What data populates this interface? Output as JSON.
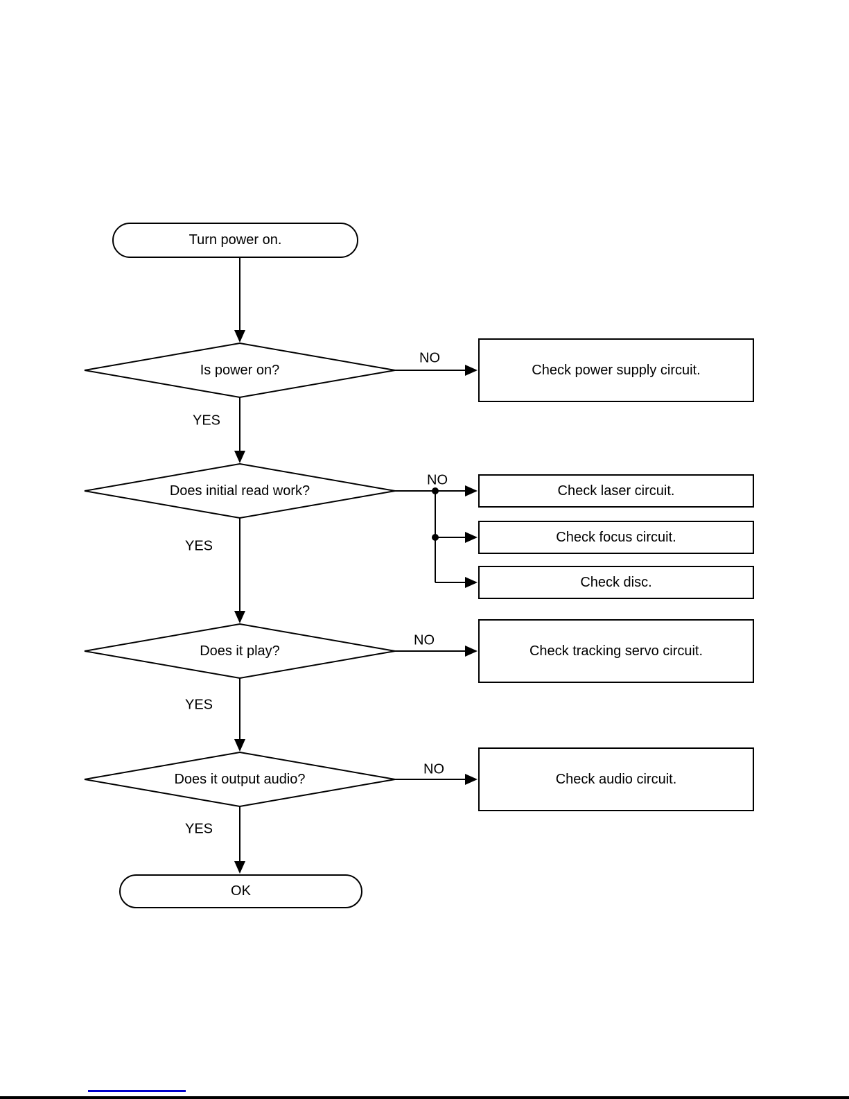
{
  "flowchart": {
    "start": {
      "label": "Turn power on."
    },
    "end": {
      "label": "OK"
    },
    "decisions": [
      {
        "label": "Is power on?",
        "yes_label": "YES",
        "no_label": "NO"
      },
      {
        "label": "Does initial read work?",
        "yes_label": "YES",
        "no_label": "NO"
      },
      {
        "label": "Does it play?",
        "yes_label": "YES",
        "no_label": "NO"
      },
      {
        "label": "Does it output audio?",
        "yes_label": "YES",
        "no_label": "NO"
      }
    ],
    "actions": [
      {
        "label": "Check power supply circuit."
      },
      {
        "label": "Check laser circuit."
      },
      {
        "label": "Check focus circuit."
      },
      {
        "label": "Check disc."
      },
      {
        "label": "Check tracking servo circuit."
      },
      {
        "label": "Check audio circuit."
      }
    ],
    "colors": {
      "line": "#000000",
      "background": "#ffffff",
      "link_underline": "#0000cc"
    }
  }
}
